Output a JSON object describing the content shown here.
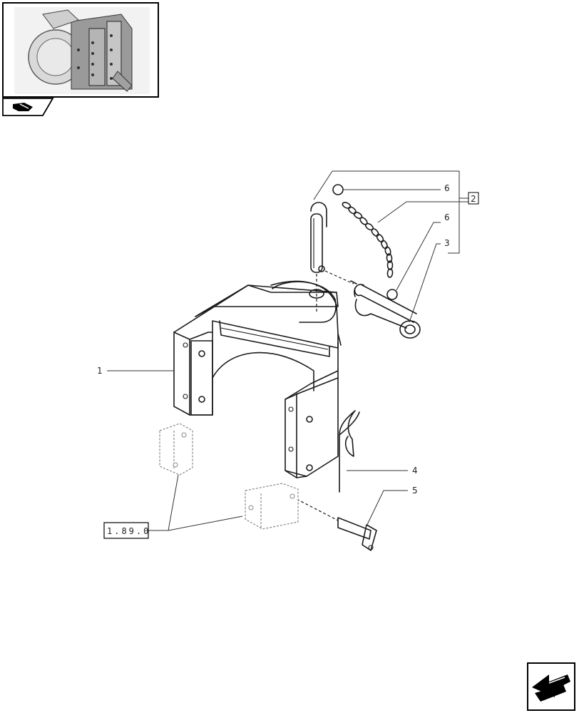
{
  "thumbnail": {
    "alt_icon": "tractor-hitch-thumbnail"
  },
  "nav": {
    "prev_icon": "book-arrow-icon",
    "next_icon": "page-forward-arrow-icon"
  },
  "callouts": {
    "c1": "1",
    "c2": "2",
    "c3": "3",
    "c4": "4",
    "c5": "5",
    "c6a": "6",
    "c6b": "6"
  },
  "reference": {
    "label": "1.89.0"
  }
}
